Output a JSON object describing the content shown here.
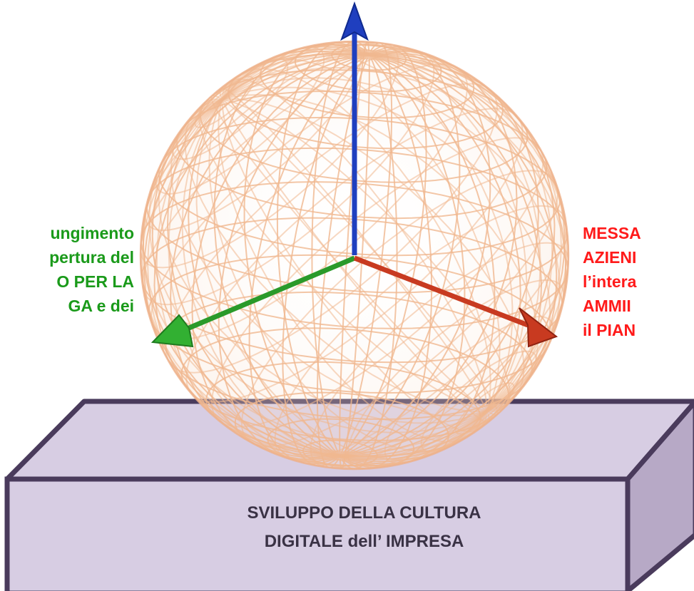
{
  "colors": {
    "left_text": "#1a9a1a",
    "right_text": "#ff1a1a",
    "base_face": "#d7cde3",
    "base_side": "#b7a9c6",
    "base_outline": "#4a3b5c",
    "sphere_wire": "#f0b890",
    "axis_up": "#1f3fbf",
    "axis_left": "#2a9a2a",
    "axis_right": "#c83a20"
  },
  "left_text": [
    "ungimento",
    "pertura del",
    "O  PER  LA",
    "GA   e   dei"
  ],
  "right_text": [
    "MESSA",
    "AZIENI",
    "l’intera",
    "AMMII",
    "il PIAN"
  ],
  "base_label": [
    "SVILUPPO DELLA CULTURA",
    "DIGITALE dell’ IMPRESA"
  ]
}
